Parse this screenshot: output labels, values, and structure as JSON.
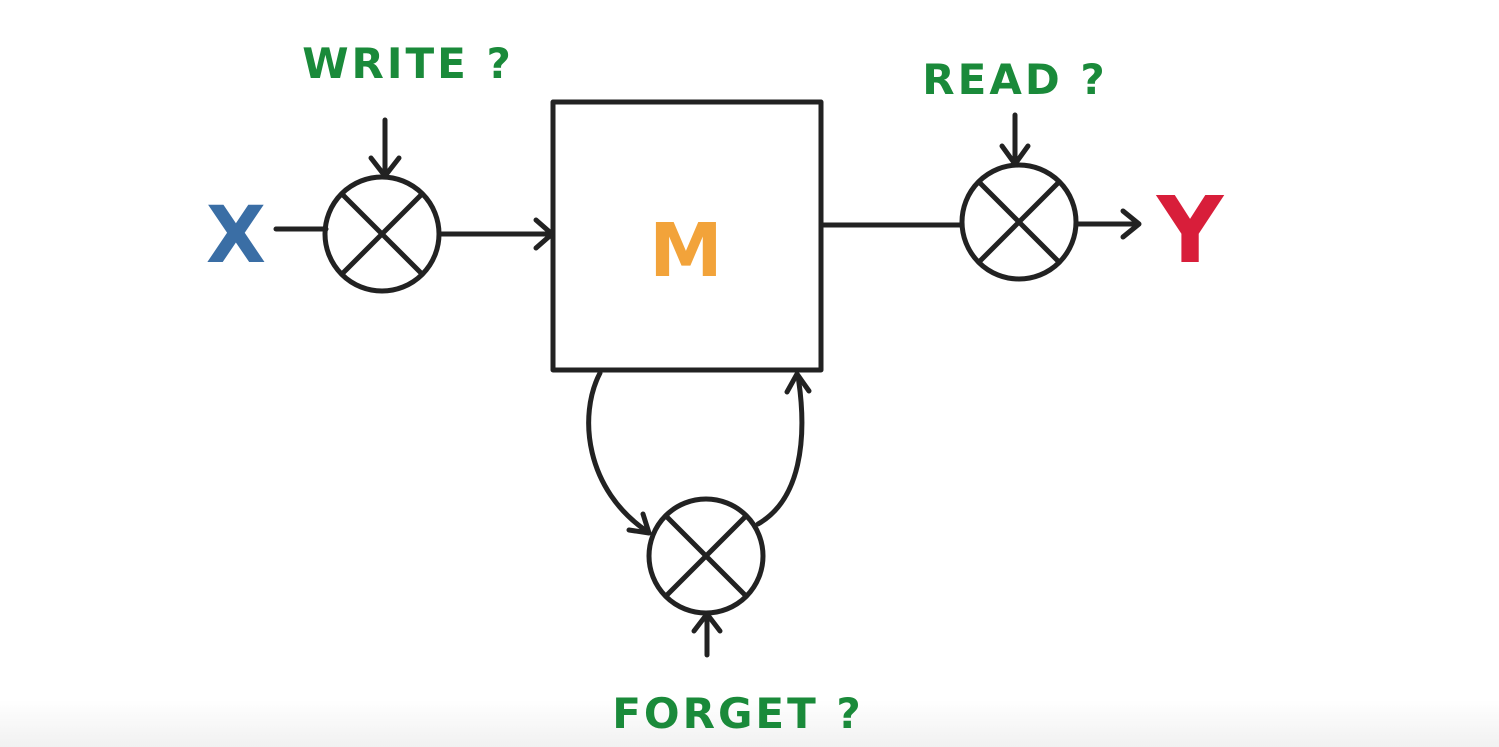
{
  "diagram": {
    "input_label": "X",
    "output_label": "Y",
    "memory_label": "M",
    "write_gate_label": "WRITE ?",
    "read_gate_label": "READ ?",
    "forget_gate_label": "FORGET ?"
  },
  "colors": {
    "stroke": "#222222",
    "gate_text": "#1a8a3a",
    "input": "#3a6ea5",
    "output": "#d81e3a",
    "memory": "#f2a33a"
  }
}
